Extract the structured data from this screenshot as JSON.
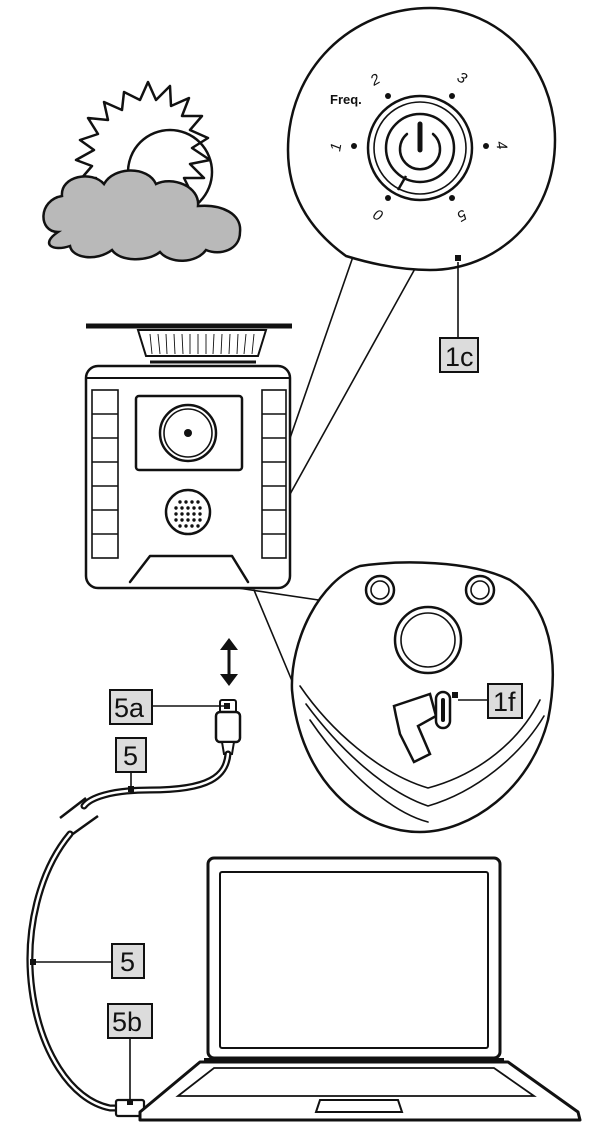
{
  "dial": {
    "label": "Freq.",
    "numbers": [
      "1",
      "2",
      "3",
      "4",
      "5",
      "0"
    ]
  },
  "callouts": {
    "c1c": "1c",
    "c1f": "1f",
    "c5a": "5a",
    "c5_top": "5",
    "c5_mid": "5",
    "c5b": "5b"
  },
  "icons": [
    "sun-cloud-icon",
    "power-icon",
    "double-arrow-icon",
    "usb-c-plug-icon",
    "laptop-icon"
  ]
}
